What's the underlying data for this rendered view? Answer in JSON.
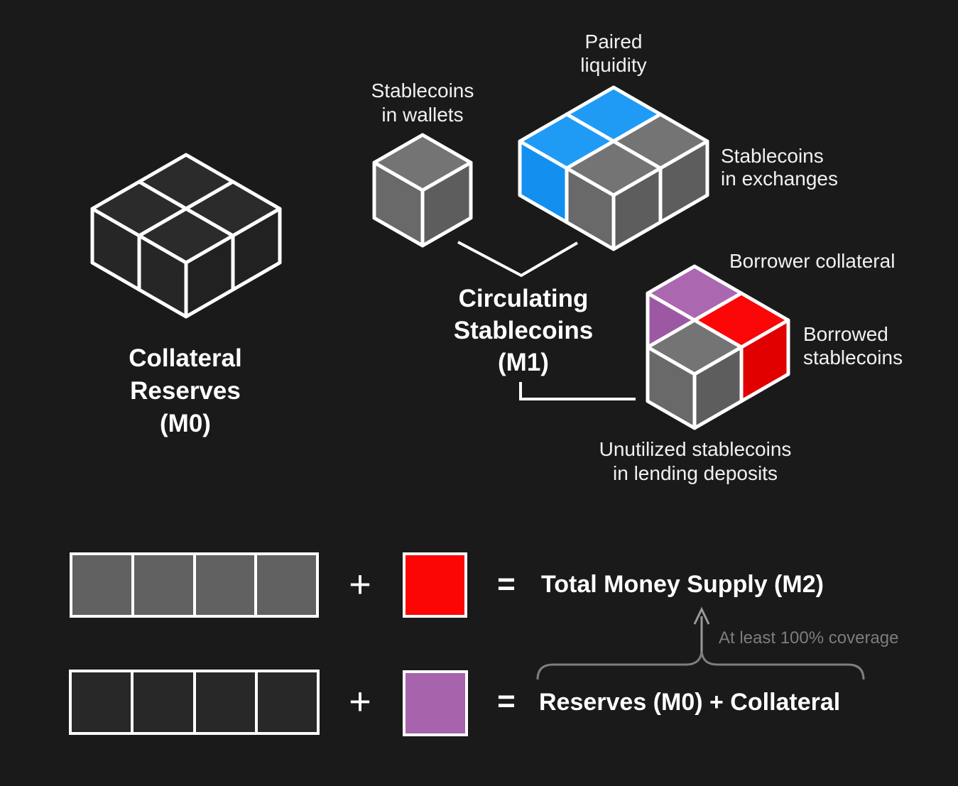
{
  "colors": {
    "background": "#1a1a1a",
    "stroke": "#ffffff",
    "text": "#f1f1f1",
    "muted": "#7d7d7d",
    "dark_top": "#2b2b2b",
    "dark_side": "#262626",
    "dark_side2": "#212121",
    "gray_top": "#747474",
    "gray_side": "#696969",
    "gray_side2": "#5d5d5d",
    "blue_top": "#1f9bf6",
    "blue_side": "#1390ef",
    "blue_side2": "#0d87e6",
    "purple_top": "#ab67b0",
    "purple_side": "#9c58a3",
    "purple_side2": "#8f4d99",
    "red_top": "#fb0707",
    "red_side": "#f20202",
    "red_side2": "#e00000",
    "bar_gray": "#616161",
    "bar_dark": "#282828",
    "square_red": "#fb0505",
    "square_purple": "#a763ac",
    "brace": "#7f7f7f",
    "arrow": "#999999"
  },
  "diagram": {
    "m0": {
      "label": "Collateral\nReserves\n(M0)"
    },
    "wallets": {
      "label": "Stablecoins\nin wallets"
    },
    "paired_liquidity": {
      "label": "Paired\nliquidity"
    },
    "exchanges": {
      "label": "Stablecoins\nin exchanges"
    },
    "m1": {
      "label": "Circulating\nStablecoins\n(M1)"
    },
    "borrower_collateral": {
      "label": "Borrower collateral"
    },
    "borrowed": {
      "label": "Borrowed\nstablecoins"
    },
    "unutilized": {
      "label": "Unutilized stablecoins\nin lending deposits"
    }
  },
  "equations": {
    "m2": {
      "reserve_segments": 4,
      "plus": "+",
      "equals": "=",
      "result": "Total Money Supply (M2)"
    },
    "backing": {
      "reserve_segments": 4,
      "plus": "+",
      "equals": "=",
      "result": "Reserves (M0) + Collateral"
    },
    "coverage_note": "At least 100% coverage"
  }
}
